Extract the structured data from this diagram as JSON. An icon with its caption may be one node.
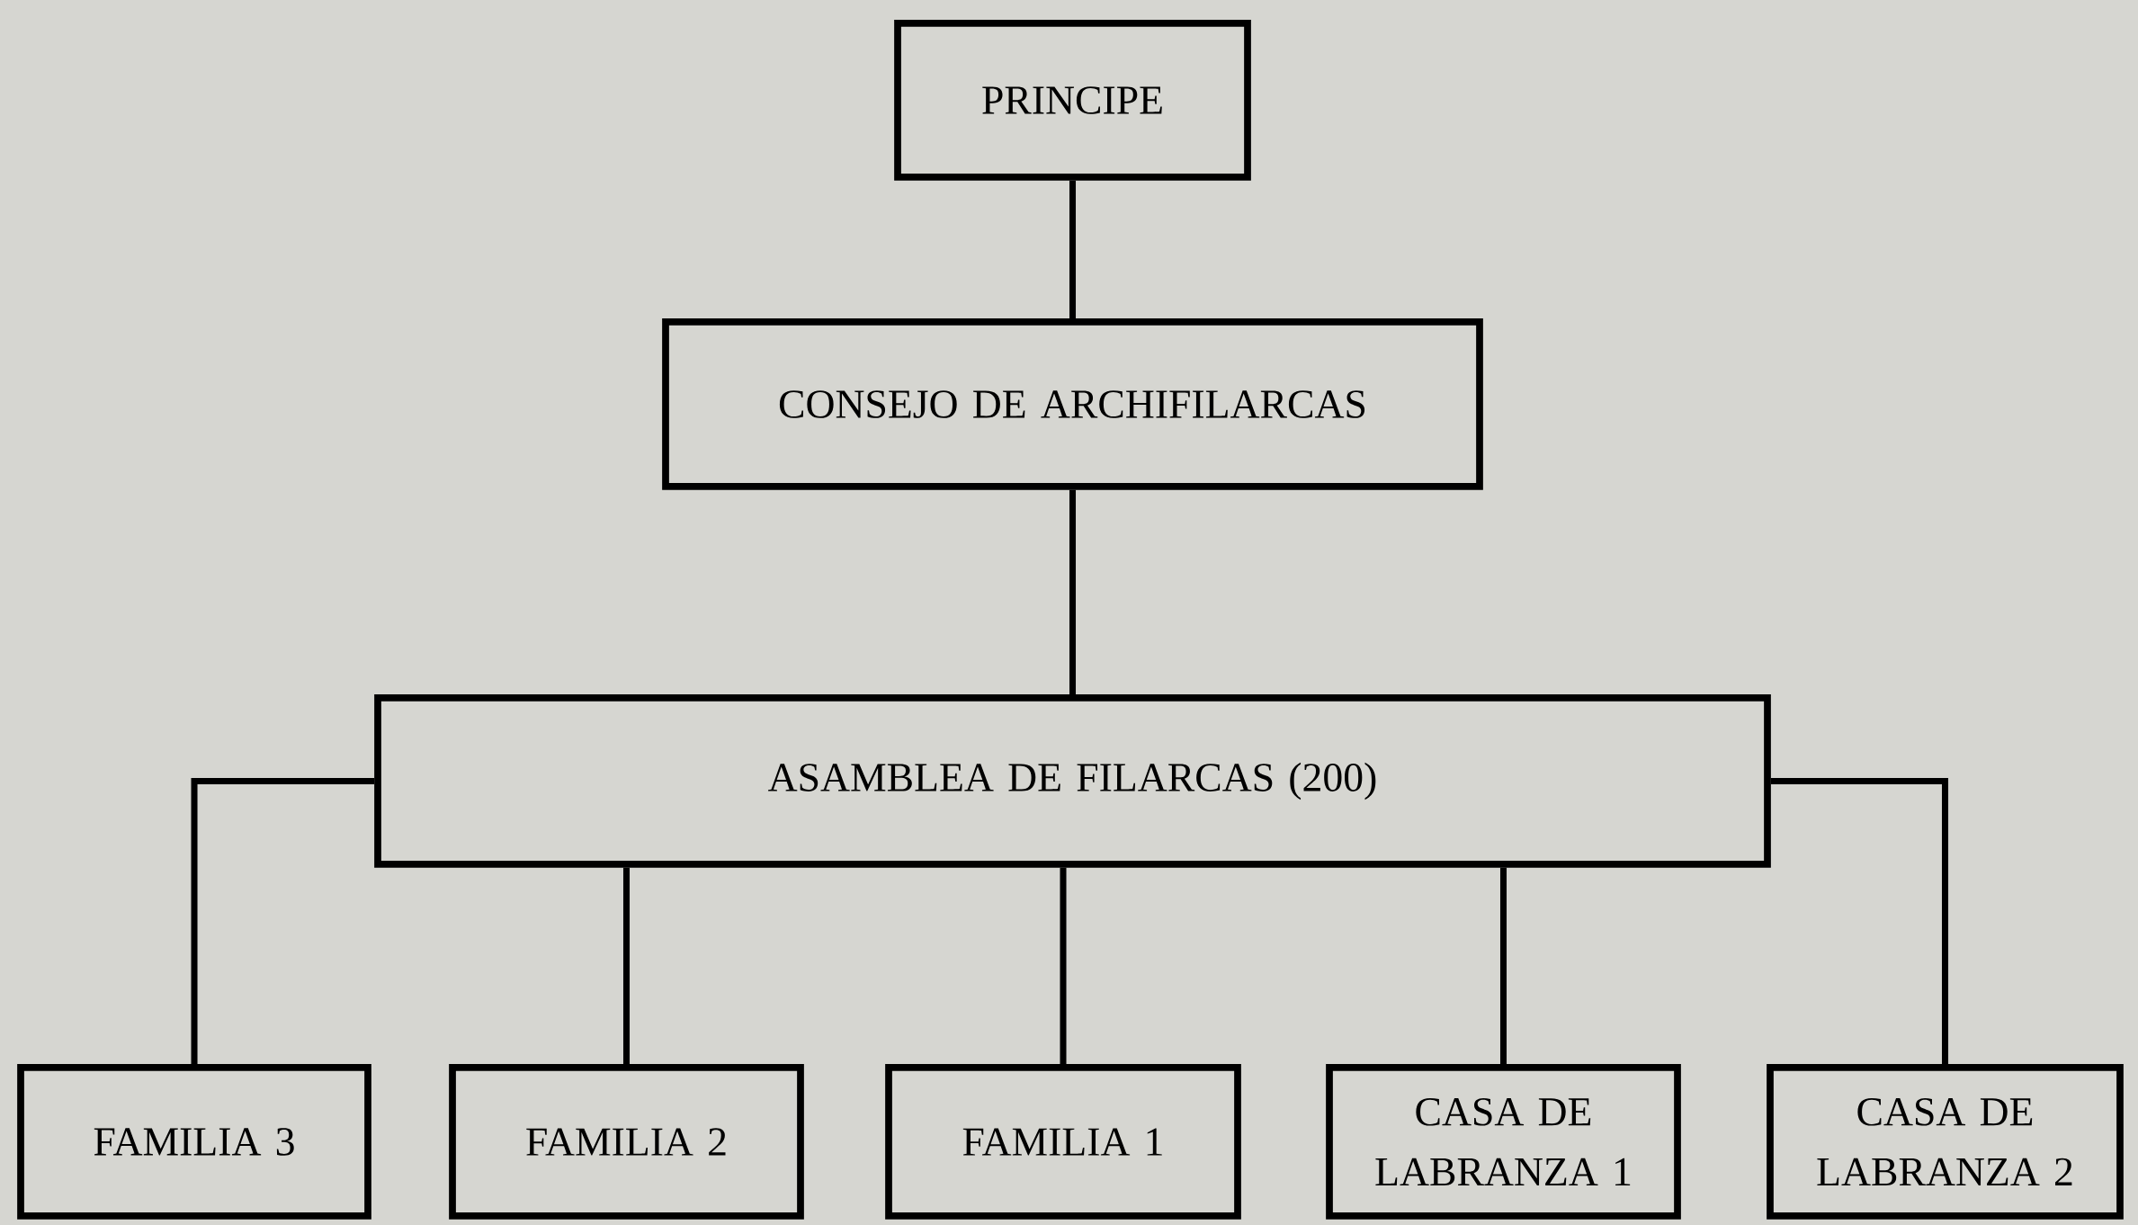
{
  "diagram": {
    "nodes": [
      {
        "text": [
          "PRINCIPE"
        ]
      },
      {
        "text": [
          "CONSEJO DE ARCHIFILARCAS"
        ]
      },
      {
        "text": [
          "ASAMBLEA DE FILARCAS (200)"
        ]
      },
      {
        "text": [
          "FAMILIA 3"
        ]
      },
      {
        "text": [
          "FAMILIA 2"
        ]
      },
      {
        "text": [
          "FAMILIA 1"
        ]
      },
      {
        "text": [
          "CASA DE LABRANZA 1"
        ]
      },
      {
        "text": [
          "CASA DE LABRANZA 2"
        ]
      }
    ],
    "edges": [
      {
        "from": 0,
        "to": 1,
        "arrow": "none"
      },
      {
        "from": 1,
        "to": 2,
        "arrow": "none"
      },
      {
        "from": 2,
        "to": 3,
        "arrow": "none"
      },
      {
        "from": 2,
        "to": 4,
        "arrow": "none"
      },
      {
        "from": 2,
        "to": 5,
        "arrow": "none"
      },
      {
        "from": 2,
        "to": 6,
        "arrow": "none"
      },
      {
        "from": 2,
        "to": 7,
        "arrow": "none"
      }
    ]
  }
}
